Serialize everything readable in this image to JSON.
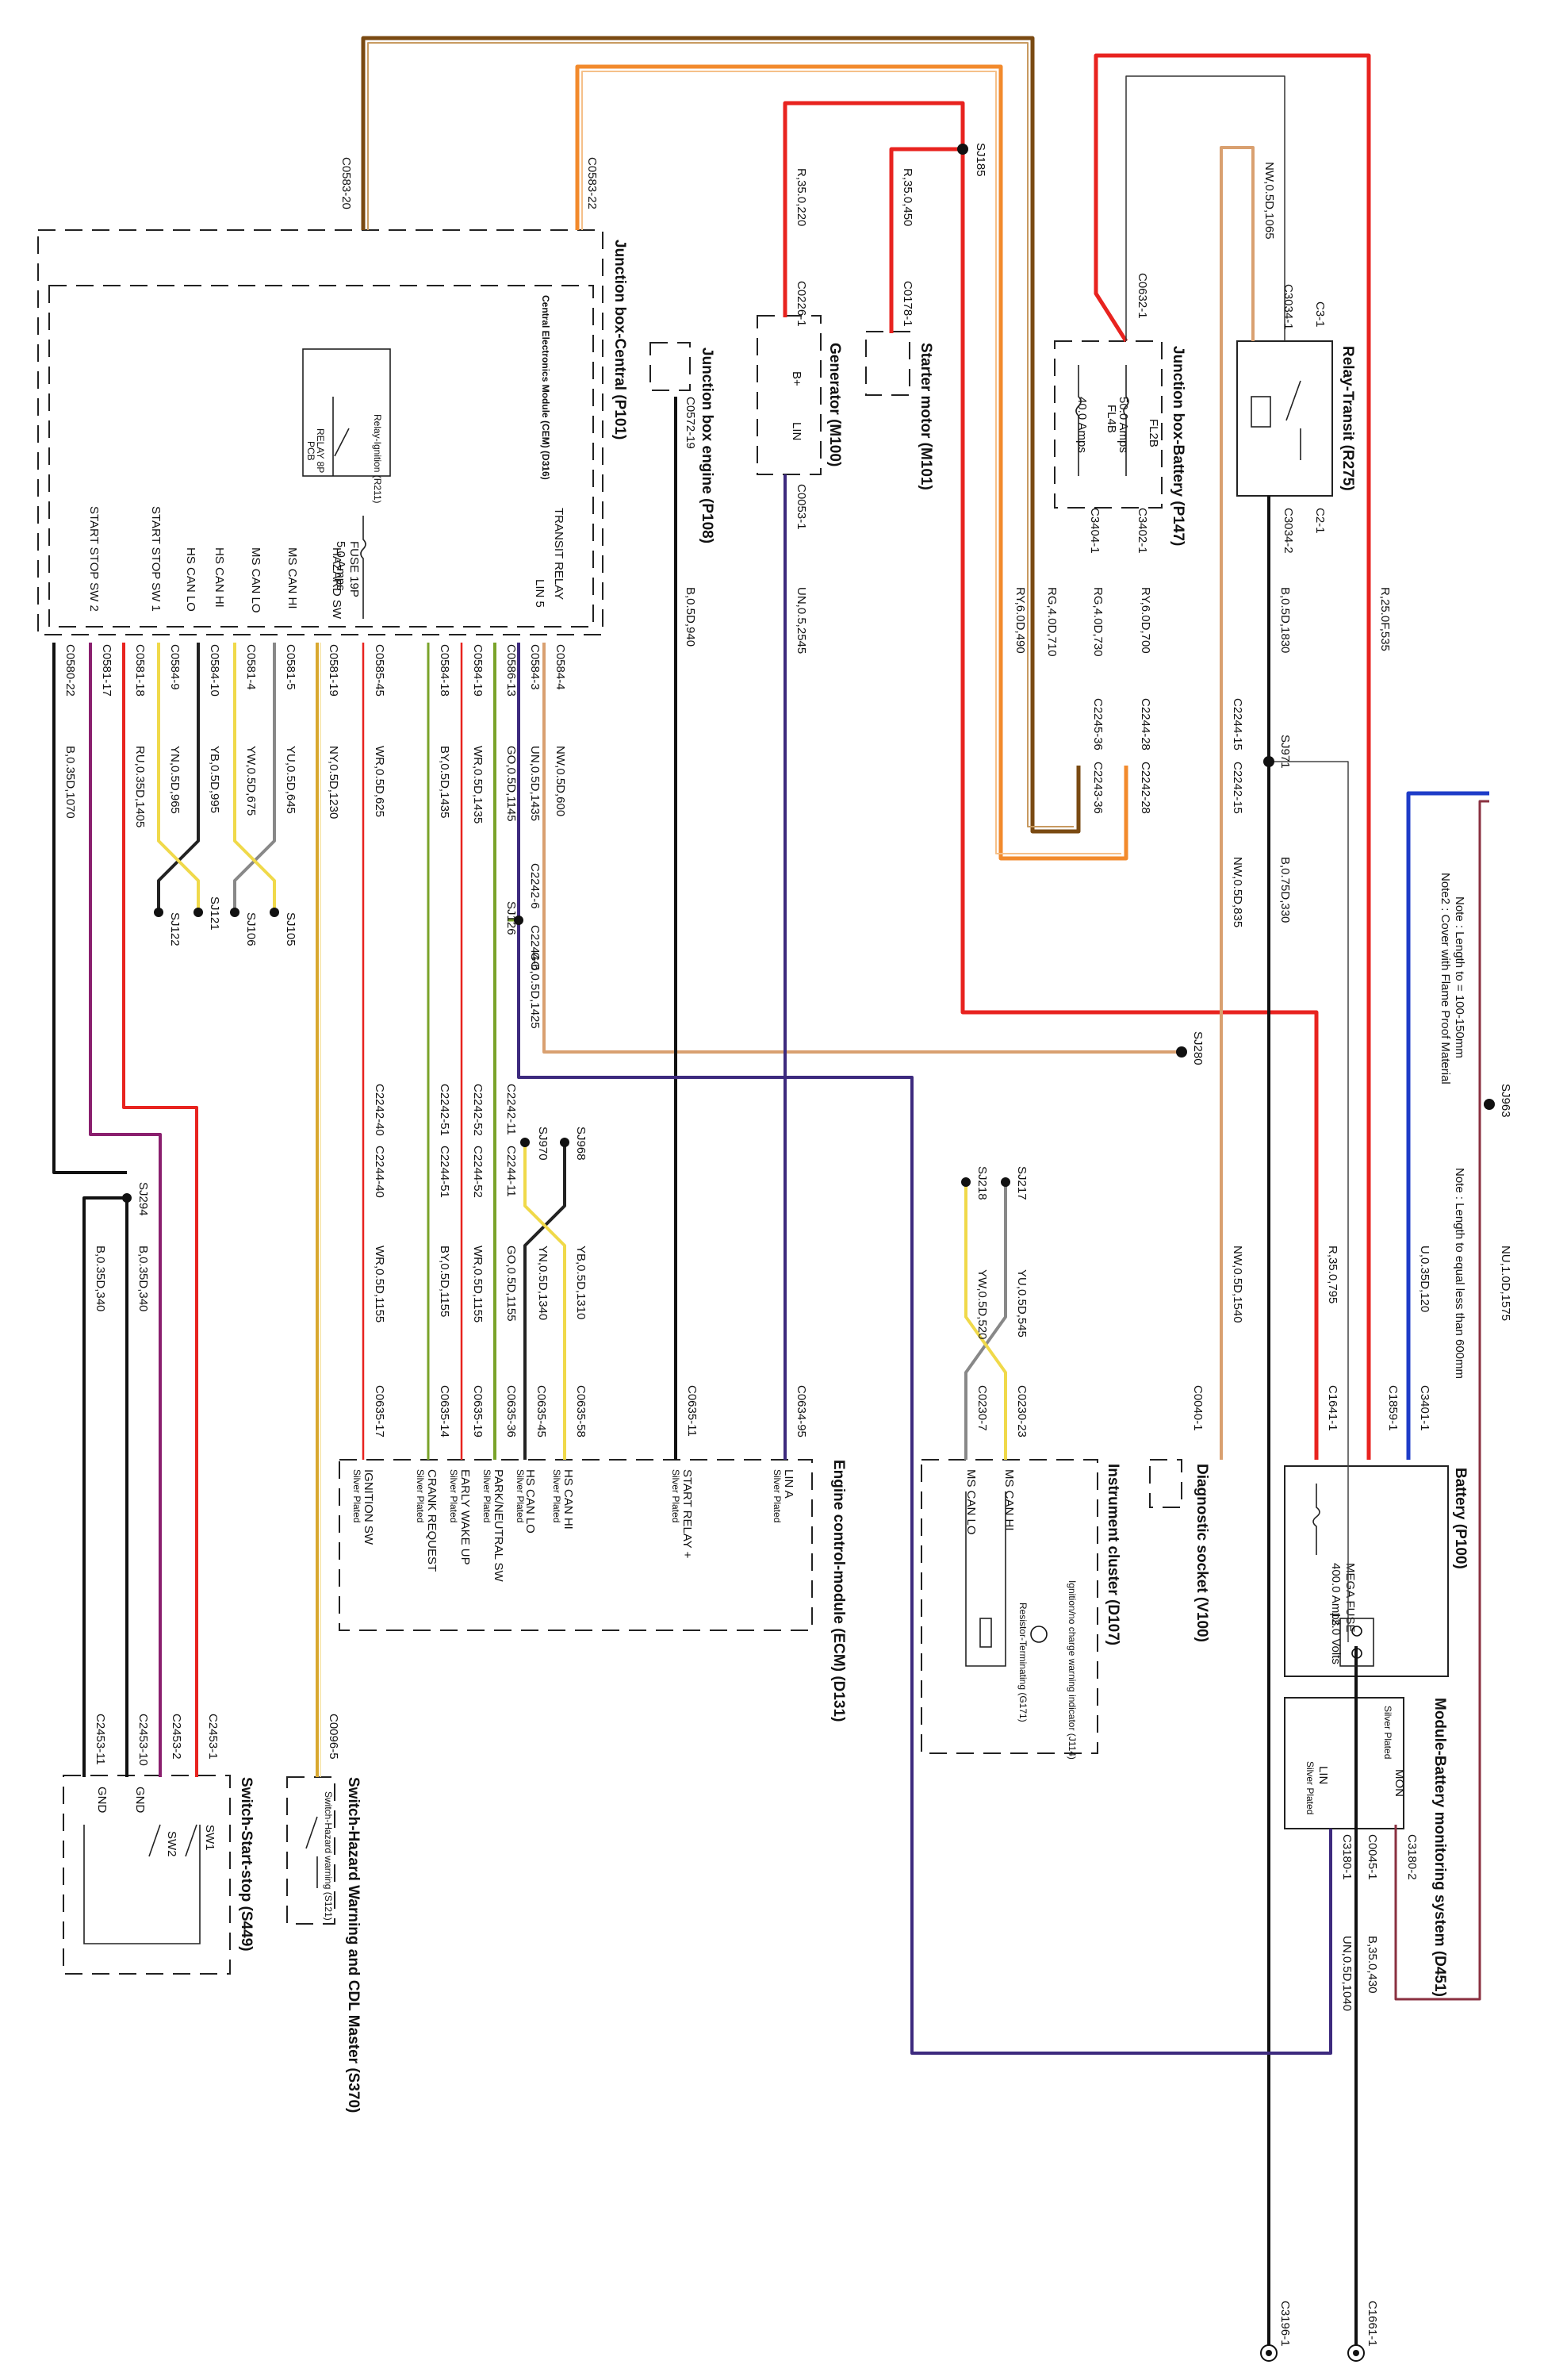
{
  "components": {
    "jb_central": "Junction box-Central (P101)",
    "cem": "Central Electronics Module (CEM) (D316)",
    "relay_ign": "Relay-Ignition (R211)",
    "relay_bp": "RELAY 8P",
    "relay_pcb": "PCB",
    "fuse19p": "FUSE 19P",
    "fuse19p_amps": "5.0 Amps",
    "jb_engine": "Junction box engine (P108)",
    "generator": "Generator (M100)",
    "starter": "Starter motor (M101)",
    "jb_battery": "Junction box-Battery (P147)",
    "fl2b": "FL2B",
    "fl2b_amps": "50.0 Amps",
    "fl4b": "FL4B",
    "fl4b_amps": "40.0 Amps",
    "relay_transit": "Relay-Transit (R275)",
    "ecm": "Engine control-module (ECM) (D131)",
    "ic": "Instrument cluster (D107)",
    "ic_lamp": "Ignition/no charge warning indicator (J114)",
    "ic_res": "Resistor-Terminating (G171)",
    "diag": "Diagnostic socket (V100)",
    "battery": "Battery (P100)",
    "mega_fuse": "MEGA FUSE",
    "mega_amps": "400.0 Amps",
    "volts": "12.0 Volts",
    "bms": "Module-Battery monitoring system (D451)",
    "sw_haz": "Switch-Hazard Warning and CDL Master (S370)",
    "sw_haz_sub": "Switch-Hazard warning (S121)",
    "sw_ss": "Switch-Start-stop (S449)",
    "silver": "Silver Plated"
  },
  "pins": {
    "cem": [
      "START STOP SW 2",
      "START STOP SW 1",
      "HS CAN LO",
      "HS CAN HI",
      "MS CAN LO",
      "MS CAN HI",
      "HAZARD SW",
      "TRANSIT RELAY",
      "LIN 5"
    ],
    "ecm": [
      "IGNITION SW",
      "CRANK REQUEST",
      "EARLY WAKE UP",
      "PARK/NEUTRAL SW",
      "HS CAN LO",
      "HS CAN HI",
      "START RELAY +",
      "LIN A"
    ],
    "ic": [
      "MS CAN LO",
      "MS CAN HI"
    ],
    "bms": [
      "MON",
      "LIN"
    ],
    "ss": [
      "GND",
      "GND",
      "SW2",
      "SW1"
    ],
    "gen_bplus": "B+",
    "gen_lin": "LIN"
  },
  "connectors": {
    "c0583_20": "C0583-20",
    "c0583_22": "C0583-22",
    "c0580_22": "C0580-22",
    "c0581_17": "C0581-17",
    "c0581_18": "C0581-18",
    "c0584_9": "C0584-9",
    "c0584_10": "C0584-10",
    "c0581_4": "C0581-4",
    "c0581_5": "C0581-5",
    "c0581_19": "C0581-19",
    "c0585_45": "C0585-45",
    "c0584_18": "C0584-18",
    "c0584_19": "C0584-19",
    "c0586_13": "C0586-13",
    "c0584_3": "C0584-3",
    "c0584_4": "C0584-4",
    "c0572_19": "C0572-19",
    "c0226_1": "C0226-1",
    "c0053_1": "C0053-1",
    "c0178_1": "C0178-1",
    "c0632_1": "C0632-1",
    "c3402_1": "C3402-1",
    "c3404_1": "C3404-1",
    "c3_1": "C3-1",
    "c3034_1": "C3034-1",
    "c2_1": "C2-1",
    "c3034_2": "C3034-2",
    "c2244_28": "C2244-28",
    "c2242_28": "C2242-28",
    "c2245_36": "C2245-36",
    "c2243_36": "C2243-36",
    "c2244_15": "C2244-15",
    "c2242_15": "C2242-15",
    "c2242_6": "C2242-6",
    "c2244_6": "C2244-6",
    "c2242_40": "C2242-40",
    "c2244_40": "C2244-40",
    "c2242_51": "C2242-51",
    "c2244_51": "C2244-51",
    "c2242_52": "C2242-52",
    "c2244_52": "C2244-52",
    "c2242_11": "C2242-11",
    "c2244_11": "C2244-11",
    "c0635_17": "C0635-17",
    "c0635_14": "C0635-14",
    "c0635_19": "C0635-19",
    "c0635_36": "C0635-36",
    "c0635_45": "C0635-45",
    "c0635_58": "C0635-58",
    "c0635_11": "C0635-11",
    "c0634_95": "C0634-95",
    "c0230_7": "C0230-7",
    "c0230_23": "C0230-23",
    "c0040_1": "C0040-1",
    "c1641_1": "C1641-1",
    "c1859_1": "C1859-1",
    "c3401_1": "C3401-1",
    "c3180_1": "C3180-1",
    "c3180_2": "C3180-2",
    "c0045_1": "C0045-1",
    "c0096_5": "C0096-5",
    "c2453_1": "C2453-1",
    "c2453_2": "C2453-2",
    "c2453_10": "C2453-10",
    "c2453_11": "C2453-11",
    "c3196_1": "C3196-1",
    "c1661_1": "C1661-1"
  },
  "splices": {
    "sj185": "SJ185",
    "sj971": "SJ971",
    "sj280": "SJ280",
    "sj963": "SJ963",
    "sj105": "SJ105",
    "sj106": "SJ106",
    "sj121": "SJ121",
    "sj122": "SJ122",
    "sj126": "SJ126",
    "sj294": "SJ294",
    "sj968": "SJ968",
    "sj970": "SJ970",
    "sj217": "SJ217",
    "sj218": "SJ218"
  },
  "wires": {
    "w_r35_220": "R,35.0,220",
    "w_r35_450": "R,35.0,450",
    "w_nw_1065": "NW,0.5D,1065",
    "w_r25_535": "R,25.0F,535",
    "w_b_1830": "B,0.5D,1830",
    "w_b_940": "B,0.5D,940",
    "w_un_2545": "UN,0.5,2545",
    "w_ry_700": "RY,6.0D,700",
    "w_rg_730": "RG,4.0D,730",
    "w_rg_710": "RG,4.0D,710",
    "w_ry_490": "RY,6.0D,490",
    "w_nw_600": "NW,0.5D,600",
    "w_un_1435": "UN,0.5D,1435",
    "w_go_1145": "GO,0.5D,1145",
    "w_wr_1435": "WR,0.5D,1435",
    "w_by_1435": "BY,0.5D,1435",
    "w_wr_625": "WR,0.5D,625",
    "w_ny_1230": "NY,0.5D,1230",
    "w_yu_645": "YU,0.5D,645",
    "w_yw_675": "YW,0.5D,675",
    "w_yb_995": "YB,0.5D,995",
    "w_yn_965": "YN,0.5D,965",
    "w_r_1405": "RU,0.35D,1405",
    "w_b_1070": "B,0.35D,1070",
    "w_b_340a": "B,0.35D,340",
    "w_b_340b": "B,0.35D,340",
    "w_go_1425": "GO,0.5D,1425",
    "w_nw_835": "NW,0.5D,835",
    "w_b_330": "B,0.75D,330",
    "w_wr_1155a": "WR,0.5D,1155",
    "w_by_1155": "BY,0.5D,1155",
    "w_wr_1155b": "WR,0.5D,1155",
    "w_go_1155": "GO,0.5D,1155",
    "w_yn_1340": "YN,0.5D,1340",
    "w_yb_1310": "YB,0.5D,1310",
    "w_yw_520": "YW,0.5D,520",
    "w_yu_545": "YU,0.5D,545",
    "w_nw_1540": "NW,0.5D,1540",
    "w_r35_795": "R,35.0,795",
    "w_u_120": "U,0.35D,120",
    "w_nu_1575": "NU,1.0D,1575",
    "w_b35_430": "B,35.0,430",
    "w_un_1040": "UN,0.5D,1040"
  },
  "notes": {
    "n1": "Note : Length to = 100-150mm",
    "n2": "Note2 : Cover with Flame Proof Material",
    "n3": "Note : Length to equal less than 600mm"
  },
  "colors": {
    "red": "#e8231f",
    "black": "#111111",
    "purple": "#3d2a7e",
    "brown": "#7a4a12",
    "orange": "#f28a2c",
    "tan": "#d9a070",
    "green": "#7aa32a",
    "yellow": "#f0d94a",
    "gray": "#8a8a8a",
    "blue": "#1e3cc8",
    "magenta": "#8a1f6e",
    "darkred": "#a8322d"
  }
}
